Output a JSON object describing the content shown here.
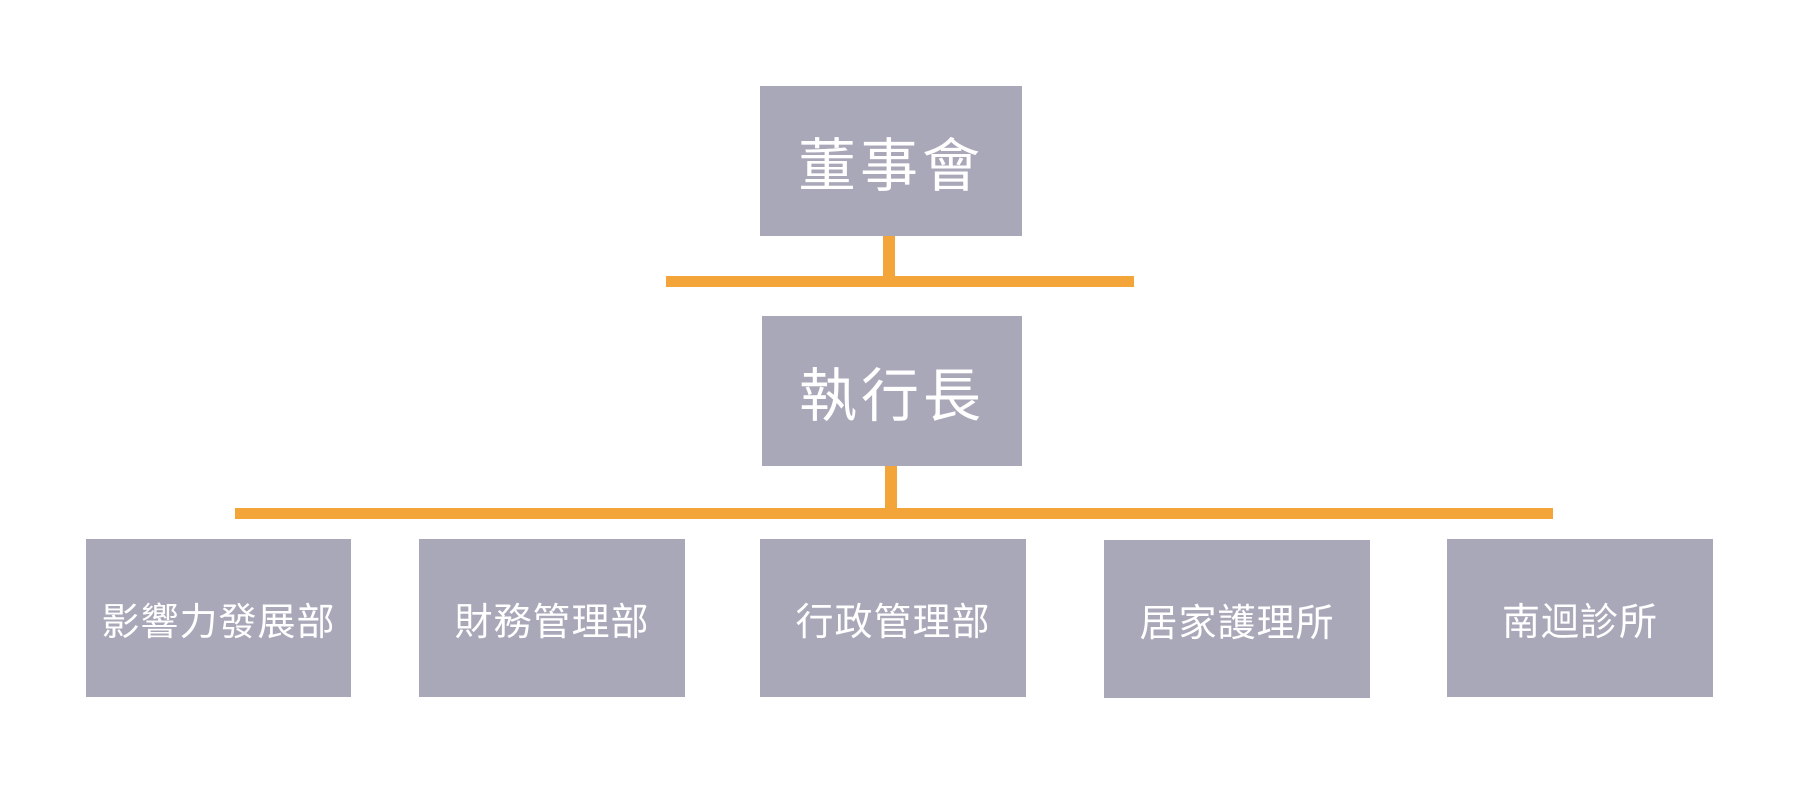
{
  "org_chart": {
    "board": {
      "label": "董事會"
    },
    "ceo": {
      "label": "執行長"
    },
    "departments": [
      {
        "label": "影響力發展部"
      },
      {
        "label": "財務管理部"
      },
      {
        "label": "行政管理部"
      },
      {
        "label": "居家護理所"
      },
      {
        "label": "南迴診所"
      }
    ]
  },
  "colors": {
    "box_fill": "#a9a8b9",
    "box_text": "#ffffff",
    "connector": "#f3a539",
    "background": "#ffffff"
  }
}
